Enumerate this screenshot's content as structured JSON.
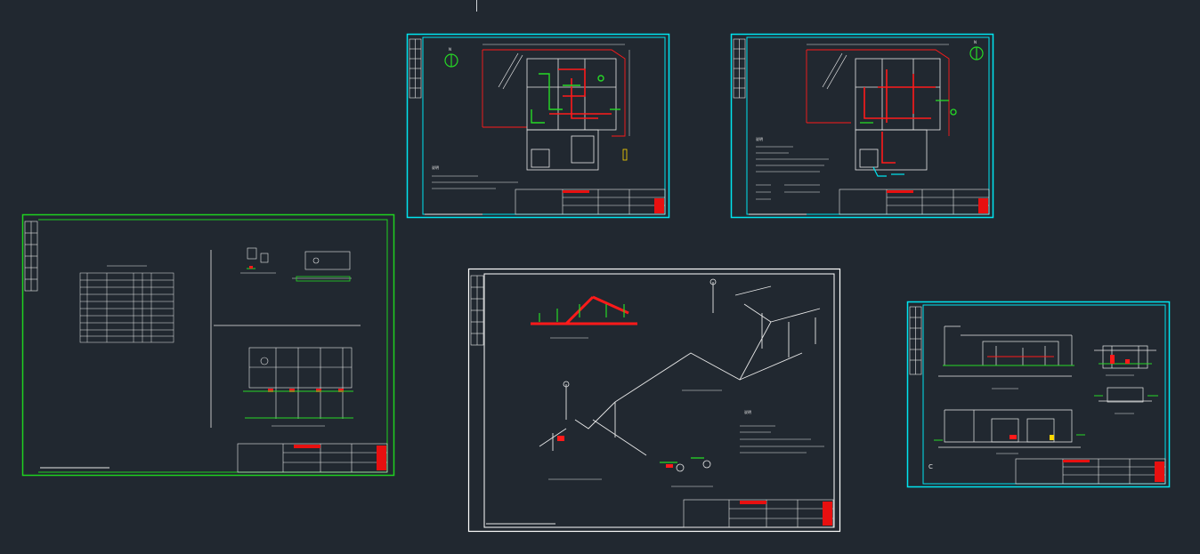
{
  "app": {
    "name": "",
    "background": "#212830"
  },
  "colors": {
    "sheet_border_cyan": "#00e5f0",
    "sheet_border_green": "#1fd21f",
    "sheet_border_white": "#ffffff",
    "pipe_red": "#ff1a1a",
    "pipe_green": "#26d926",
    "linework_white": "#e8e8e8",
    "stamp_red": "#e81010"
  },
  "sheets": [
    {
      "id": "sheet-1",
      "label": "",
      "content": "floor-plan-drainage"
    },
    {
      "id": "sheet-2",
      "label": "",
      "content": "floor-plan-water-supply"
    },
    {
      "id": "sheet-3",
      "label": "",
      "content": "equipment-table-and-details"
    },
    {
      "id": "sheet-4",
      "label": "",
      "content": "isometric-piping-system"
    },
    {
      "id": "sheet-5",
      "label": "",
      "content": "section-views"
    }
  ],
  "sheet_1": {
    "north_label": "N",
    "notes_heading": "说明",
    "title_block_stamp": ""
  },
  "sheet_2": {
    "north_label": "N",
    "notes_heading": "说明"
  },
  "sheet_4": {
    "notes_heading": "说明"
  },
  "sheet_5": {
    "label_c": "C"
  }
}
